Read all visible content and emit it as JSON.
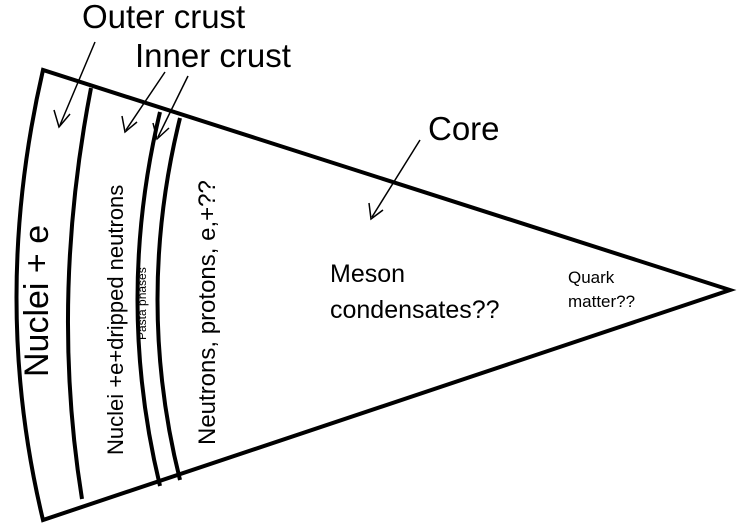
{
  "labels": {
    "outer_crust": "Outer crust",
    "inner_crust": "Inner crust",
    "core": "Core",
    "nuclei_e": "Nuclei + e",
    "nuclei_dripped": "Nuclei +e+dripped neutrons",
    "pasta": "Pasta phases",
    "neutrons_protons": "Neutrons, protons, e,+??",
    "meson_line1": "Meson",
    "meson_line2": "condensates??",
    "quark_line1": "Quark",
    "quark_line2": "matter??"
  },
  "colors": {
    "stroke": "#000000",
    "background": "#ffffff"
  }
}
